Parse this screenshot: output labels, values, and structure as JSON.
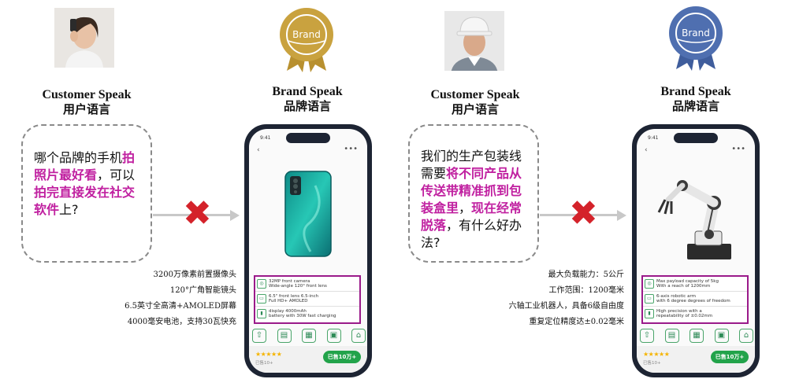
{
  "colors": {
    "highlight": "#c020a0",
    "cross": "#d4222a",
    "gold_badge": "#c9a23f",
    "blue_badge": "#4f6fb0",
    "buy_button": "#22a34a",
    "feature_border": "#9a1a8a"
  },
  "panels": [
    {
      "customer": {
        "title_en": "Customer Speak",
        "title_zh": "用户语言"
      },
      "bubble": [
        [
          {
            "t": "哪个品牌的手机",
            "h": false
          },
          {
            "t": "拍",
            "h": true
          }
        ],
        [
          {
            "t": "照片最好看",
            "h": true
          },
          {
            "t": "，可以",
            "h": false
          }
        ],
        [
          {
            "t": "拍完直接发在社交",
            "h": true
          }
        ],
        [
          {
            "t": "软件",
            "h": true
          },
          {
            "t": "上?",
            "h": false
          }
        ]
      ],
      "specs": [
        "3200万像素前置摄像头",
        "120°广角智能镜头",
        "6.5英寸全高清+AMOLED屏幕",
        "4000毫安电池，支持30瓦快充"
      ],
      "brand": {
        "title_en": "Brand Speak",
        "title_zh": "品牌语言",
        "badge_label": "Brand",
        "badge_icon": "gold-brand-ribbon-icon"
      },
      "phone": {
        "time": "9:41",
        "product_icon": "smartphone-product-image",
        "features": [
          {
            "icon": "camera-icon",
            "line1": "32MP front camera",
            "line2": "Wide-angle 120° front lens"
          },
          {
            "icon": "screen-icon",
            "line1": "6.5\" front lens 6.5-inch",
            "line2": "Full HD+ AMOLED"
          },
          {
            "icon": "battery-icon",
            "line1": "display 4000mAh",
            "line2": "battery with 30W fast charging"
          }
        ],
        "stars": "★★★★★",
        "sold": "已售10+",
        "buy": "已售10万+"
      }
    },
    {
      "customer": {
        "title_en": "Customer Speak",
        "title_zh": "用户语言"
      },
      "bubble": [
        [
          {
            "t": "我们的生产包装线",
            "h": false
          }
        ],
        [
          {
            "t": "需要",
            "h": false
          },
          {
            "t": "将不同产品从",
            "h": true
          }
        ],
        [
          {
            "t": "传送带精准抓到包",
            "h": true
          }
        ],
        [
          {
            "t": "装盒里",
            "h": true
          },
          {
            "t": "，",
            "h": false
          },
          {
            "t": "现在经常",
            "h": true
          }
        ],
        [
          {
            "t": "脱落",
            "h": true
          },
          {
            "t": "，有什么好办",
            "h": false
          }
        ],
        [
          {
            "t": "法?",
            "h": false
          }
        ]
      ],
      "specs": [
        "最大负载能力：5公斤",
        "工作范围：1200毫米",
        "六轴工业机器人，具备6级自由度",
        "重复定位精度达±0.02毫米"
      ],
      "brand": {
        "title_en": "Brand Speak",
        "title_zh": "品牌语言",
        "badge_label": "Brand",
        "badge_icon": "blue-brand-ribbon-icon"
      },
      "phone": {
        "time": "9:41",
        "product_icon": "robot-arm-product-image",
        "features": [
          {
            "icon": "weight-icon",
            "line1": "Max payload capacity of 5kg",
            "line2": "With a reach of 1200mm"
          },
          {
            "icon": "axis-icon",
            "line1": "6-axis robotic arm",
            "line2": "with 6 degree degrees of freedom"
          },
          {
            "icon": "precision-icon",
            "line1": "High precision with a",
            "line2": "repeatability of ±0.02mm"
          }
        ],
        "stars": "★★★★★",
        "sold": "已售10+",
        "buy": "已售10万+"
      }
    }
  ]
}
